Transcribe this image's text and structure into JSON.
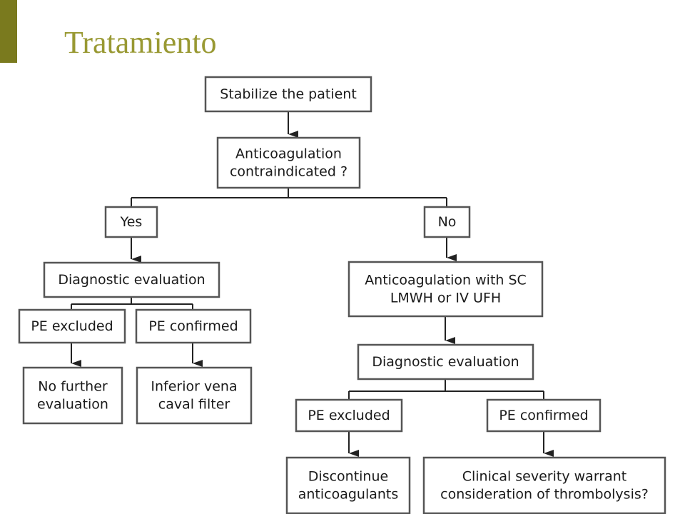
{
  "slide": {
    "title": "Tratamiento",
    "title_color": "#999933",
    "accent_bar_color": "#7a7a1e"
  },
  "flowchart": {
    "box_stroke_color": "#555555",
    "connector_color": "#222222",
    "nodes": {
      "stabilize": {
        "lines": [
          "Stabilize the patient"
        ]
      },
      "contraindicated": {
        "lines": [
          "Anticoagulation",
          "contraindicated ?"
        ]
      },
      "yes": {
        "lines": [
          "Yes"
        ]
      },
      "no": {
        "lines": [
          "No"
        ]
      },
      "diag_left": {
        "lines": [
          "Diagnostic evaluation"
        ]
      },
      "pe_excl_left": {
        "lines": [
          "PE excluded"
        ]
      },
      "pe_conf_left": {
        "lines": [
          "PE confirmed"
        ]
      },
      "no_further": {
        "lines": [
          "No further",
          "evaluation"
        ]
      },
      "ivc_filter": {
        "lines": [
          "Inferior vena",
          "caval filter"
        ]
      },
      "anticoag_sc": {
        "lines": [
          "Anticoagulation with SC",
          "LMWH or IV UFH"
        ]
      },
      "diag_right": {
        "lines": [
          "Diagnostic evaluation"
        ]
      },
      "pe_excl_right": {
        "lines": [
          "PE excluded"
        ]
      },
      "pe_conf_right": {
        "lines": [
          "PE confirmed"
        ]
      },
      "discontinue": {
        "lines": [
          "Discontinue",
          "anticoagulants"
        ]
      },
      "thrombolysis": {
        "lines": [
          "Clinical severity warrant",
          "consideration of thrombolysis?"
        ]
      }
    }
  }
}
